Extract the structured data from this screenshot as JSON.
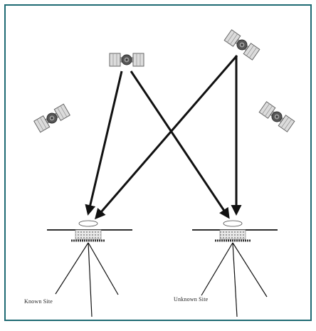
{
  "figure": {
    "frame_color": "#1e6a73",
    "satellites": [
      {
        "name": "satellite-left-far",
        "icon": "satellite-icon",
        "active": false
      },
      {
        "name": "satellite-center",
        "icon": "satellite-icon",
        "active": true
      },
      {
        "name": "satellite-top-right",
        "icon": "satellite-icon",
        "active": true
      },
      {
        "name": "satellite-right-far",
        "icon": "satellite-icon",
        "active": false
      }
    ],
    "sites": [
      {
        "label": "Known Site",
        "icon": "gps-antenna-on-tripod-icon"
      },
      {
        "label": "Unknown Site",
        "icon": "gps-antenna-on-tripod-icon"
      }
    ]
  }
}
